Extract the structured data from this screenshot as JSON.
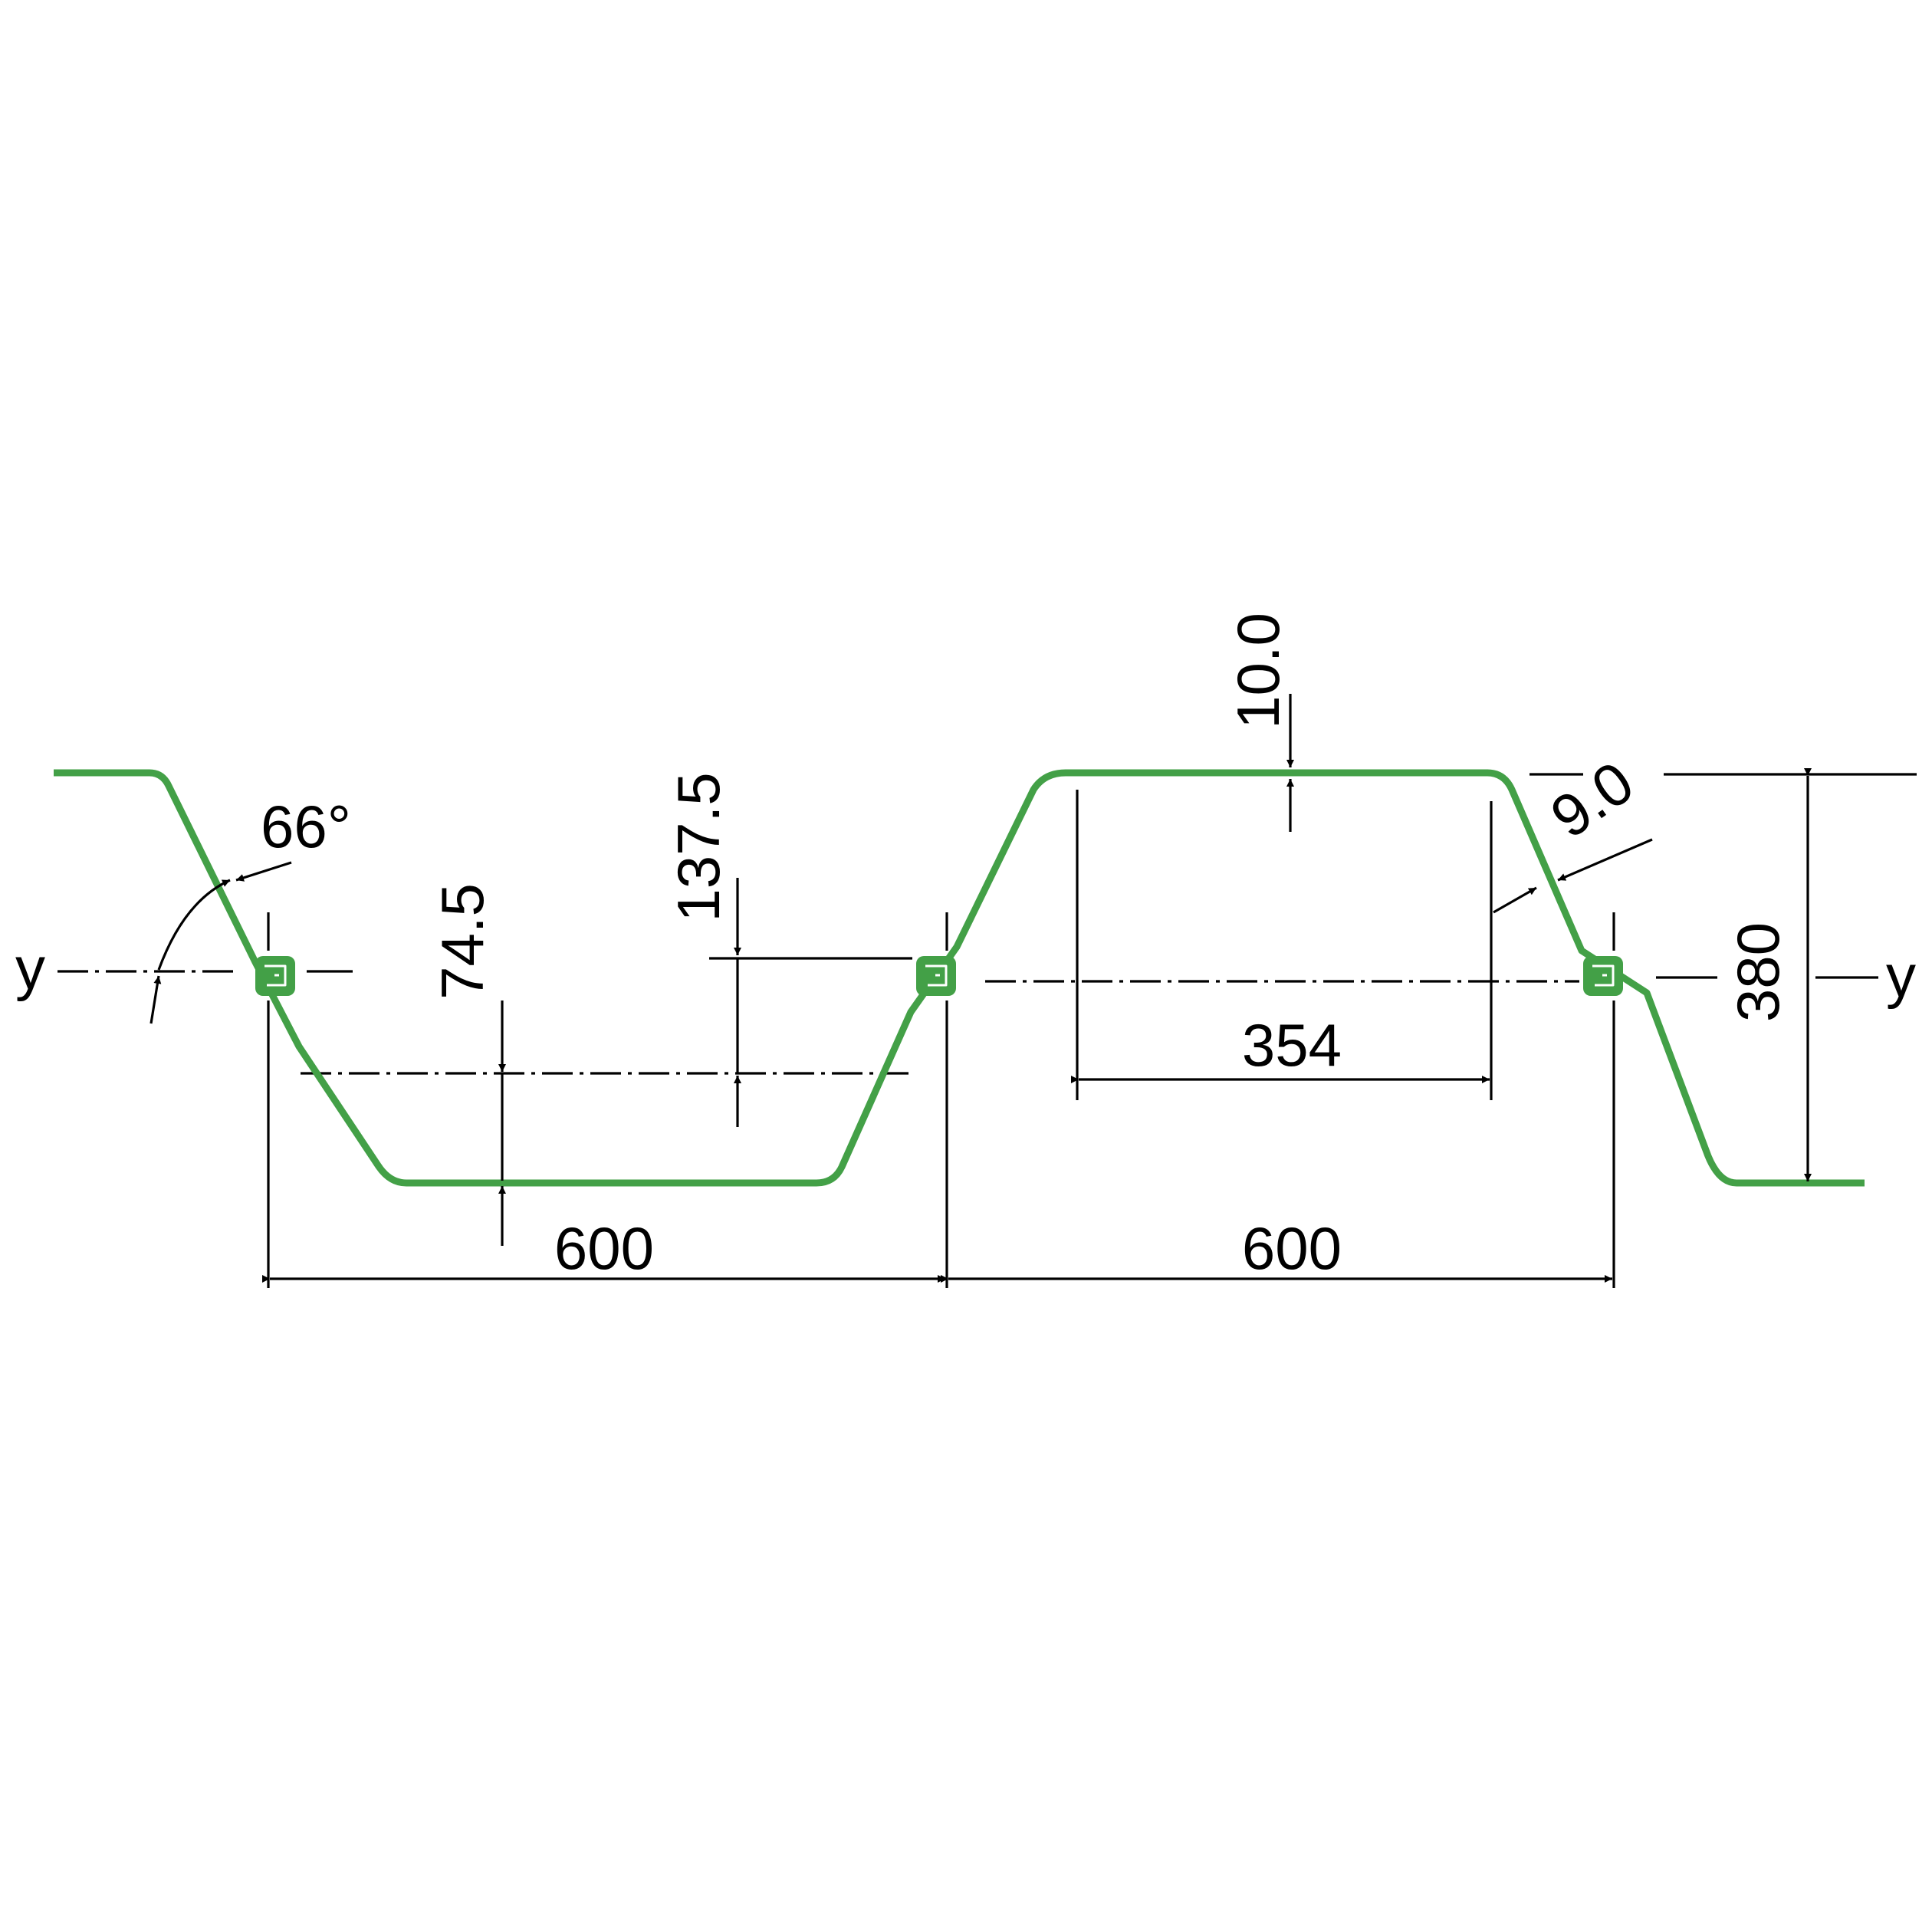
{
  "colors": {
    "profile": "#43a047",
    "dimension": "#000000",
    "background": "#ffffff"
  },
  "labels": {
    "angle": "66°",
    "axis_left": "y",
    "axis_right": "y",
    "web_thickness": "9.0",
    "flange_thickness": "10.0",
    "neutral_axis_offset": "74.5",
    "neutral_axis_to_lock": "137.5",
    "flange_width": "354",
    "pile_width_left": "600",
    "pile_width_right": "600",
    "profile_height": "380"
  }
}
